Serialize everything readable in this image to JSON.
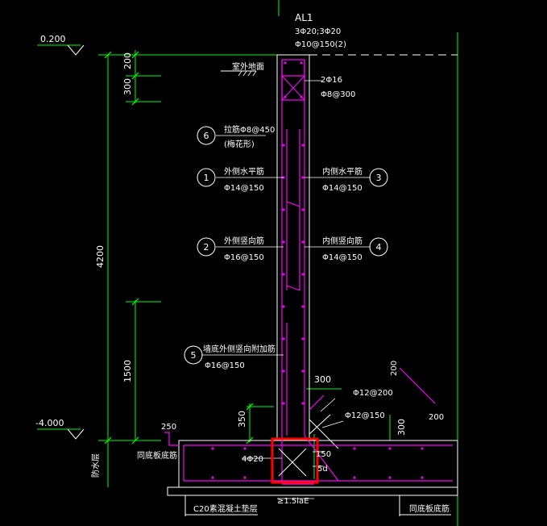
{
  "beam": {
    "id": "AL1",
    "top_bars": "3Φ20;3Φ20",
    "stirrups": "Φ10@150(2)"
  },
  "elevations": {
    "top": "0.200",
    "bottom": "-4.000"
  },
  "dims_left": [
    "200",
    "300",
    "4200",
    "1500"
  ],
  "dims_misc": {
    "d350": "350",
    "d300_top": "300",
    "d300_right": "300",
    "d250": "250",
    "d150": "150",
    "d200": "200",
    "d200b": "200",
    "d5d": "5d",
    "d15laE": "≥1.5laE"
  },
  "labels": {
    "outdoor_ground": "室外地面",
    "crown_bars": "2Φ16",
    "crown_stirrup": "Φ8@300",
    "tie_bar": "拉筋Φ8@450",
    "tie_note": "(梅花形)",
    "outer_horiz": "外侧水平筋",
    "outer_horiz_spec": "Φ14@150",
    "inner_horiz": "内侧水平筋",
    "inner_horiz_spec": "Φ14@150",
    "outer_vert": "外侧竖向筋",
    "outer_vert_spec": "Φ16@150",
    "inner_vert": "内侧竖向筋",
    "inner_vert_spec": "Φ14@150",
    "base_add": "墙底外侧竖向附加筋",
    "base_add_spec": "Φ16@150",
    "haunch1": "Φ12@200",
    "haunch2": "Φ12@150",
    "bottom_bars": "4Φ20",
    "raft_bottom": "同底板底筋",
    "raft_bottom_right": "同底板底筋",
    "waterproof": "防水层",
    "cushion": "C20素混凝土垫层"
  },
  "markers": [
    "6",
    "1",
    "3",
    "2",
    "4",
    "5"
  ],
  "colors": {
    "bg": "#000000",
    "dim": "#00ff00",
    "rebar": "#ff00ff",
    "outline": "#ffffff",
    "highlight": "#ff0000"
  }
}
